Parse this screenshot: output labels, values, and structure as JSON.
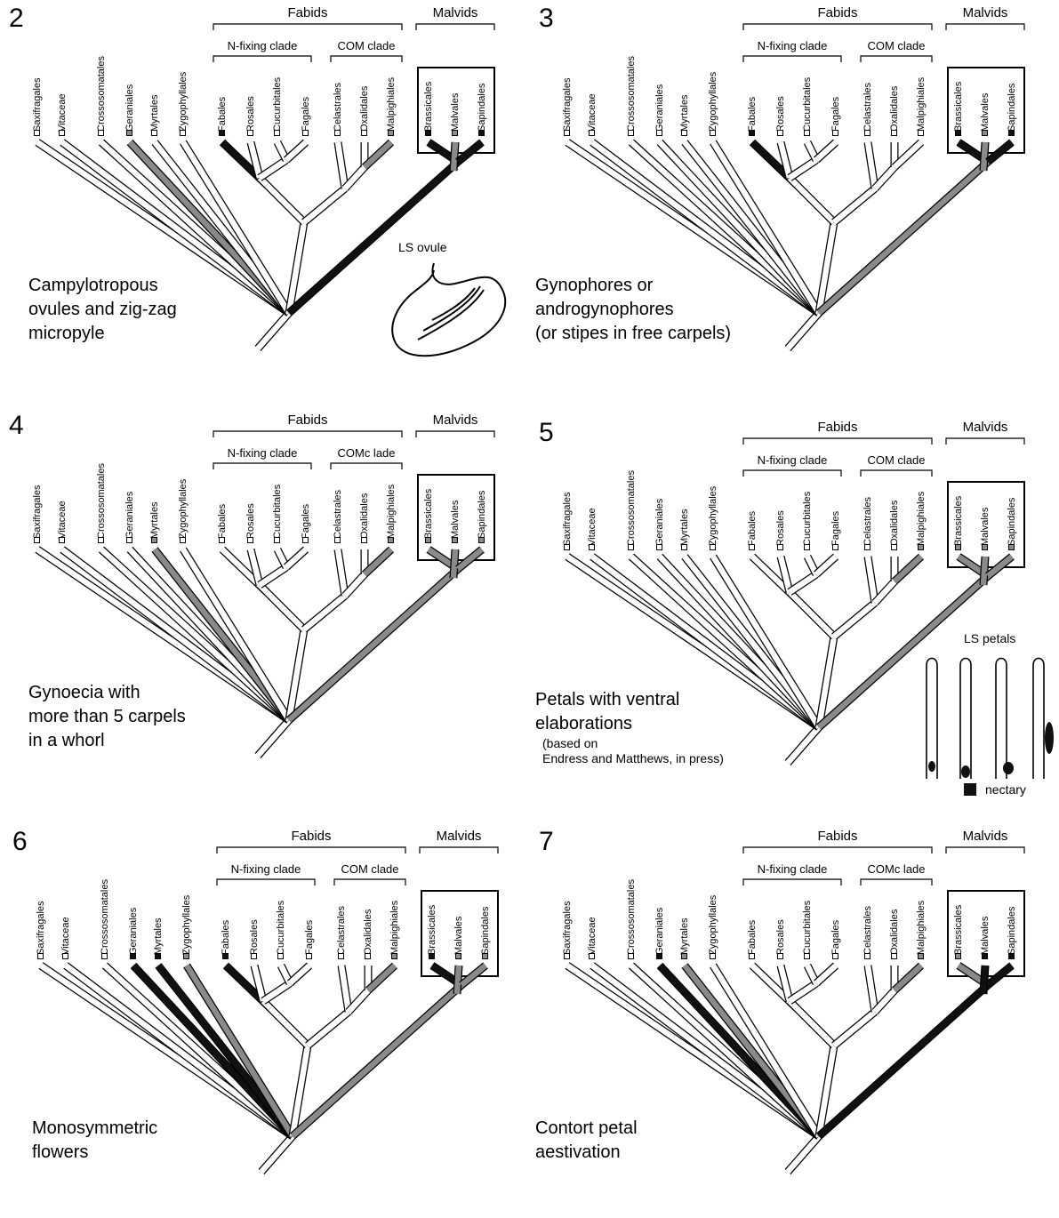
{
  "colors": {
    "absent": "#ffffff",
    "gray": "#8a8a8a",
    "black": "#111111"
  },
  "taxa": [
    "Saxifragales",
    "Vitaceae",
    "Crossosomatales",
    "Geraniales",
    "Myrtales",
    "Zygophyllales",
    "Fabales",
    "Rosales",
    "Cucurbitales",
    "Fagales",
    "Celastrales",
    "Oxalidales",
    "Malpighiales",
    "Brassicales",
    "Malvales",
    "Sapindales"
  ],
  "panels": [
    {
      "number": "2",
      "group_fabids": "Fabids",
      "group_malvids": "Malvids",
      "sub_nfix": "N-fixing clade",
      "sub_com": "COM  clade",
      "title_lines": [
        "Campylotropous",
        "ovules and zig-zag",
        "micropyle"
      ],
      "states": [
        "white",
        "white",
        "white",
        "gray",
        "white",
        "white",
        "black",
        "white",
        "white",
        "white",
        "white",
        "white",
        "gray",
        "black",
        "gray",
        "black"
      ],
      "annotation": "LS ovule"
    },
    {
      "number": "3",
      "group_fabids": "Fabids",
      "group_malvids": "Malvids",
      "sub_nfix": "N-fixing clade",
      "sub_com": "COM  clade",
      "title_lines": [
        "Gynophores or",
        "androgynophores",
        "(or stipes in free carpels)"
      ],
      "states": [
        "white",
        "white",
        "white",
        "white",
        "white",
        "white",
        "black",
        "white",
        "white",
        "white",
        "white",
        "white",
        "white",
        "black",
        "gray",
        "black"
      ]
    },
    {
      "number": "4",
      "group_fabids": "Fabids",
      "group_malvids": "Malvids",
      "sub_nfix": "N-fixing clade",
      "sub_com": "COMc lade",
      "title_lines": [
        "Gynoecia with",
        "more than 5 carpels",
        "in a whorl"
      ],
      "states": [
        "white",
        "white",
        "white",
        "white",
        "gray",
        "white",
        "white",
        "white",
        "white",
        "white",
        "white",
        "white",
        "gray",
        "gray",
        "gray",
        "gray"
      ]
    },
    {
      "number": "5",
      "group_fabids": "Fabids",
      "group_malvids": "Malvids",
      "sub_nfix": "N-fixing clade",
      "sub_com": "COM  clade",
      "title_lines": [
        "Petals with ventral",
        "elaborations"
      ],
      "credit_lines": [
        "(based on",
        "Endress and Matthews, in press)"
      ],
      "states": [
        "white",
        "white",
        "white",
        "white",
        "white",
        "white",
        "white",
        "white",
        "white",
        "white",
        "white",
        "white",
        "gray",
        "gray",
        "gray",
        "gray"
      ],
      "annotation": "LS petals",
      "legend": "nectary"
    },
    {
      "number": "6",
      "group_fabids": "Fabids",
      "group_malvids": "Malvids",
      "sub_nfix": "N-fixing clade",
      "sub_com": "COM  clade",
      "title_lines": [
        "Monosymmetric",
        "flowers"
      ],
      "states": [
        "white",
        "white",
        "white",
        "black",
        "black",
        "gray",
        "black",
        "white",
        "white",
        "white",
        "white",
        "white",
        "gray",
        "black",
        "gray",
        "gray"
      ]
    },
    {
      "number": "7",
      "group_fabids": "Fabids",
      "group_malvids": "Malvids",
      "sub_nfix": "N-fixing clade",
      "sub_com": "COMc lade",
      "title_lines": [
        "Contort petal",
        "aestivation"
      ],
      "states": [
        "white",
        "white",
        "white",
        "black",
        "gray",
        "white",
        "white",
        "white",
        "white",
        "white",
        "white",
        "white",
        "gray",
        "gray",
        "black",
        "black"
      ]
    }
  ]
}
